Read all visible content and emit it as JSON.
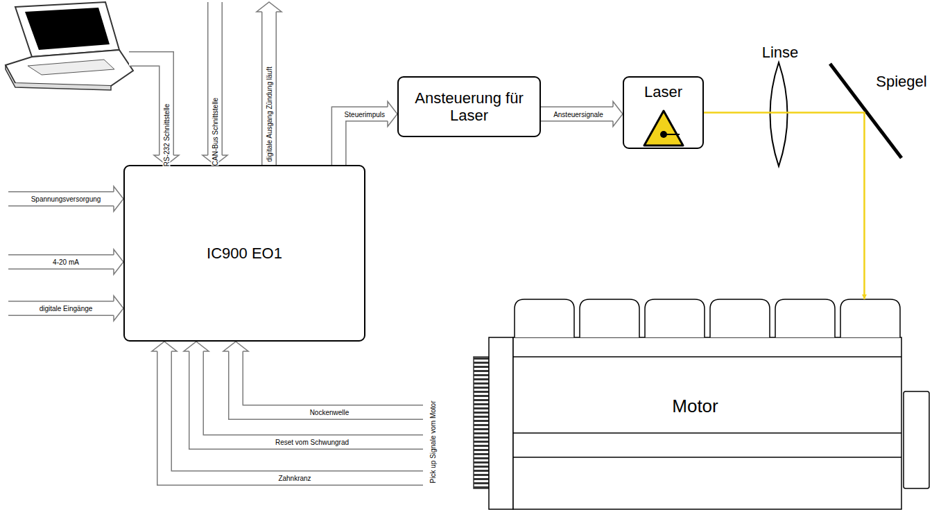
{
  "diagram": {
    "nodes": [
      {
        "text": [
          "IC900 EO1"
        ]
      },
      {
        "text": [
          "Ansteuerung für Laser"
        ]
      },
      {
        "text": [
          "Laser"
        ]
      },
      {
        "text": [
          "Motor"
        ]
      }
    ],
    "edges": [
      {
        "from": 0,
        "to": 1,
        "label": "Steuerimpuls",
        "arrow": "to"
      },
      {
        "from": 1,
        "to": 2,
        "label": "Ansteuersignale",
        "arrow": "to"
      },
      {
        "from": 2,
        "to": 3,
        "arrow": "to"
      }
    ],
    "labels": [
      "RS-232 Schnittstelle",
      "CAN-Bus Schnittstelle",
      "digitale Ausgang Zündung läuft",
      "Spannungsversorgung",
      "4-20 mA",
      "digitale Eingänge",
      "Nockenwelle",
      "Reset vom Schwungrad",
      "Zahnkranz",
      "Pick up Signale vom Motor",
      "Linse",
      "Spiegel"
    ]
  }
}
